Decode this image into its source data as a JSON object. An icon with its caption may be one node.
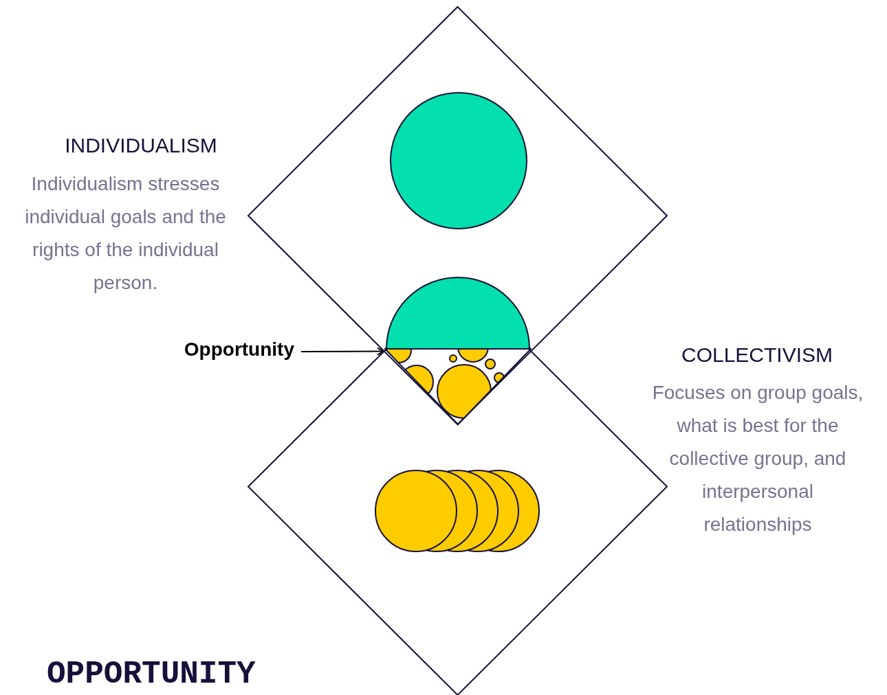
{
  "diagram": {
    "title": "OPPORTUNITY",
    "nodes": [
      {
        "text": [
          "INDIVIDUALISM",
          "Individualism stresses individual goals and the rights of the individual person."
        ]
      },
      {
        "text": [
          "COLLECTIVISM",
          "Focuses on group goals, what is best for the collective group, and interpersonal relationships"
        ]
      },
      {
        "text": [
          "Opportunity"
        ]
      },
      {
        "text": [],
        "shape": "diamond"
      }
    ],
    "edges": [
      {
        "from": 2,
        "to": 3,
        "arrow": "to"
      }
    ]
  }
}
